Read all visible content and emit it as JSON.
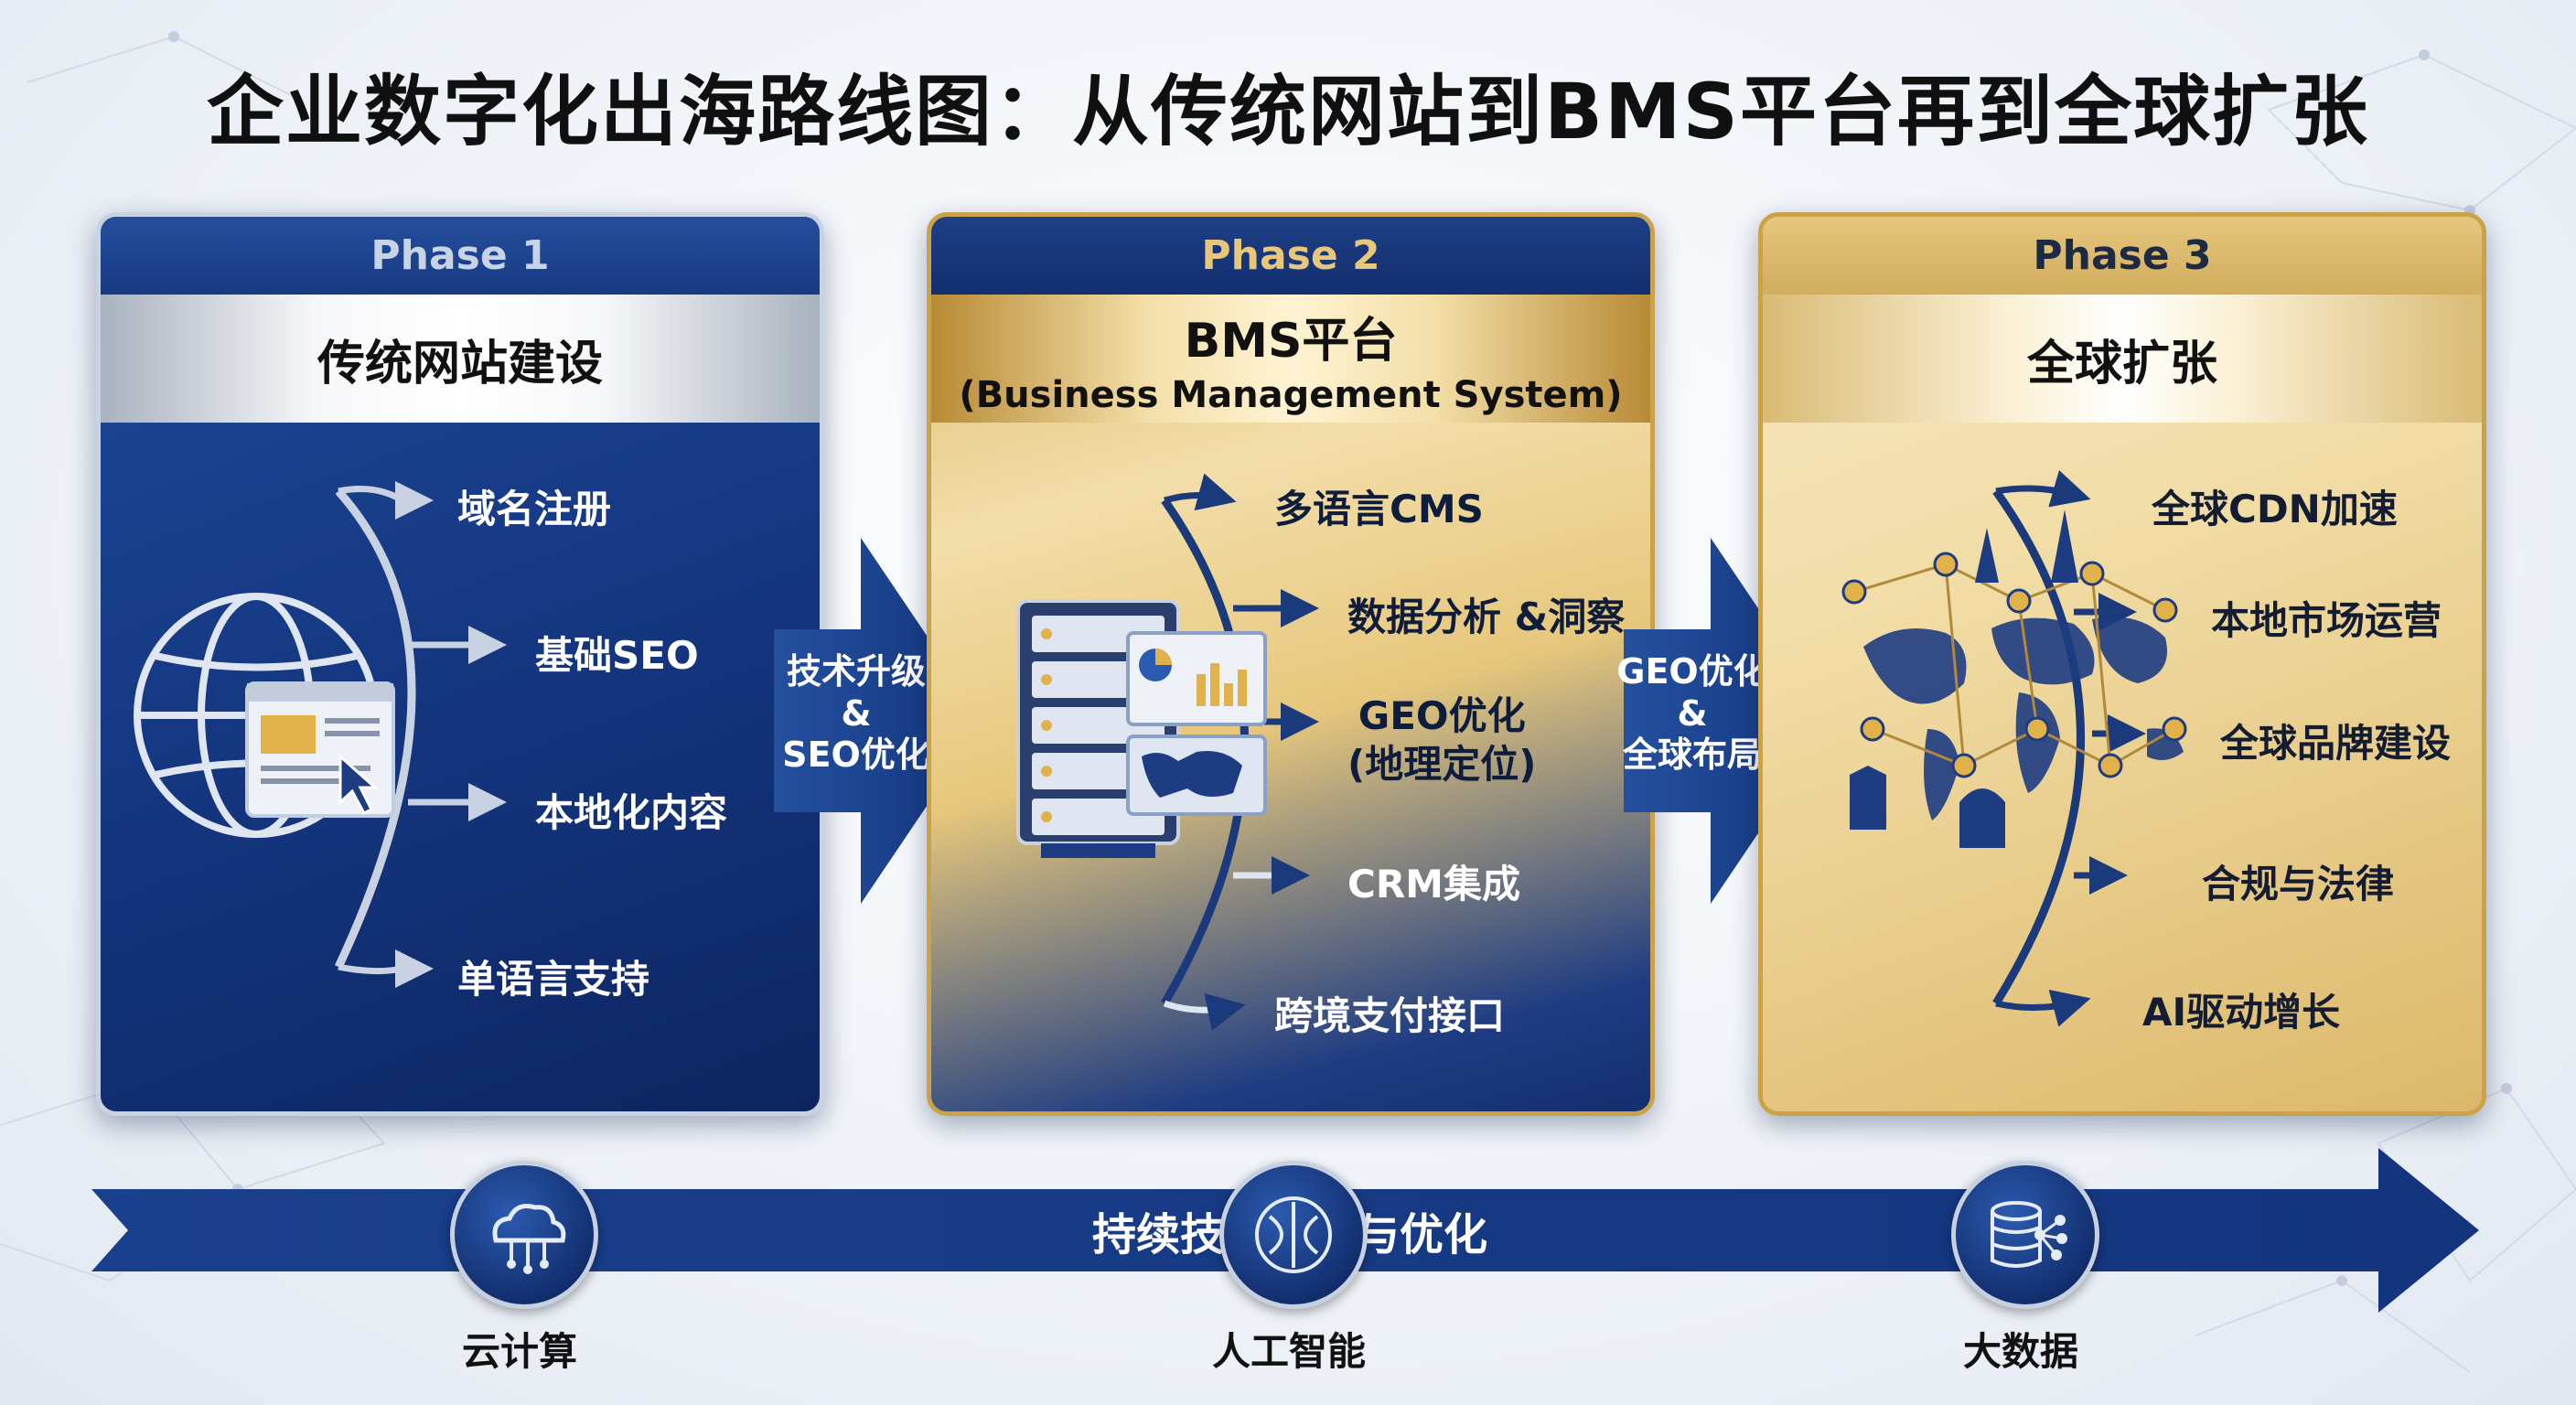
{
  "title": "企业数字化出海路线图：从传统网站到BMS平台再到全球扩张",
  "phases": [
    {
      "label": "Phase 1",
      "title": "传统网站建设",
      "icon": "globe-browser-icon",
      "items": [
        "域名注册",
        "基础SEO",
        "本地化内容",
        "单语言支持"
      ]
    },
    {
      "label": "Phase 2",
      "title": "BMS平台",
      "subtitle": "(Business Management System)",
      "icon": "server-dashboard-icon",
      "items": [
        "多语言CMS",
        "数据分析 &洞察",
        "GEO优化",
        "(地理定位)",
        "CRM集成",
        "跨境支付接口"
      ]
    },
    {
      "label": "Phase 3",
      "title": "全球扩张",
      "icon": "world-landmarks-icon",
      "items": [
        "全球CDN加速",
        "本地市场运营",
        "全球品牌建设",
        "合规与法律",
        "AI驱动增长"
      ]
    }
  ],
  "transitions": [
    {
      "line1": "技术升级",
      "line2": "&",
      "line3": "SEO优化"
    },
    {
      "line1": "GEO优化",
      "line2": "&",
      "line3": "全球布局"
    }
  ],
  "timeline": {
    "label": "持续技术迭代与优化",
    "techs": [
      {
        "label": "云计算",
        "icon": "cloud-network-icon"
      },
      {
        "label": "人工智能",
        "icon": "ai-brain-icon"
      },
      {
        "label": "大数据",
        "icon": "database-network-icon"
      }
    ]
  },
  "colors": {
    "navy": "#14357e",
    "gold": "#d4ad5b",
    "silver": "#c9d2e2"
  }
}
